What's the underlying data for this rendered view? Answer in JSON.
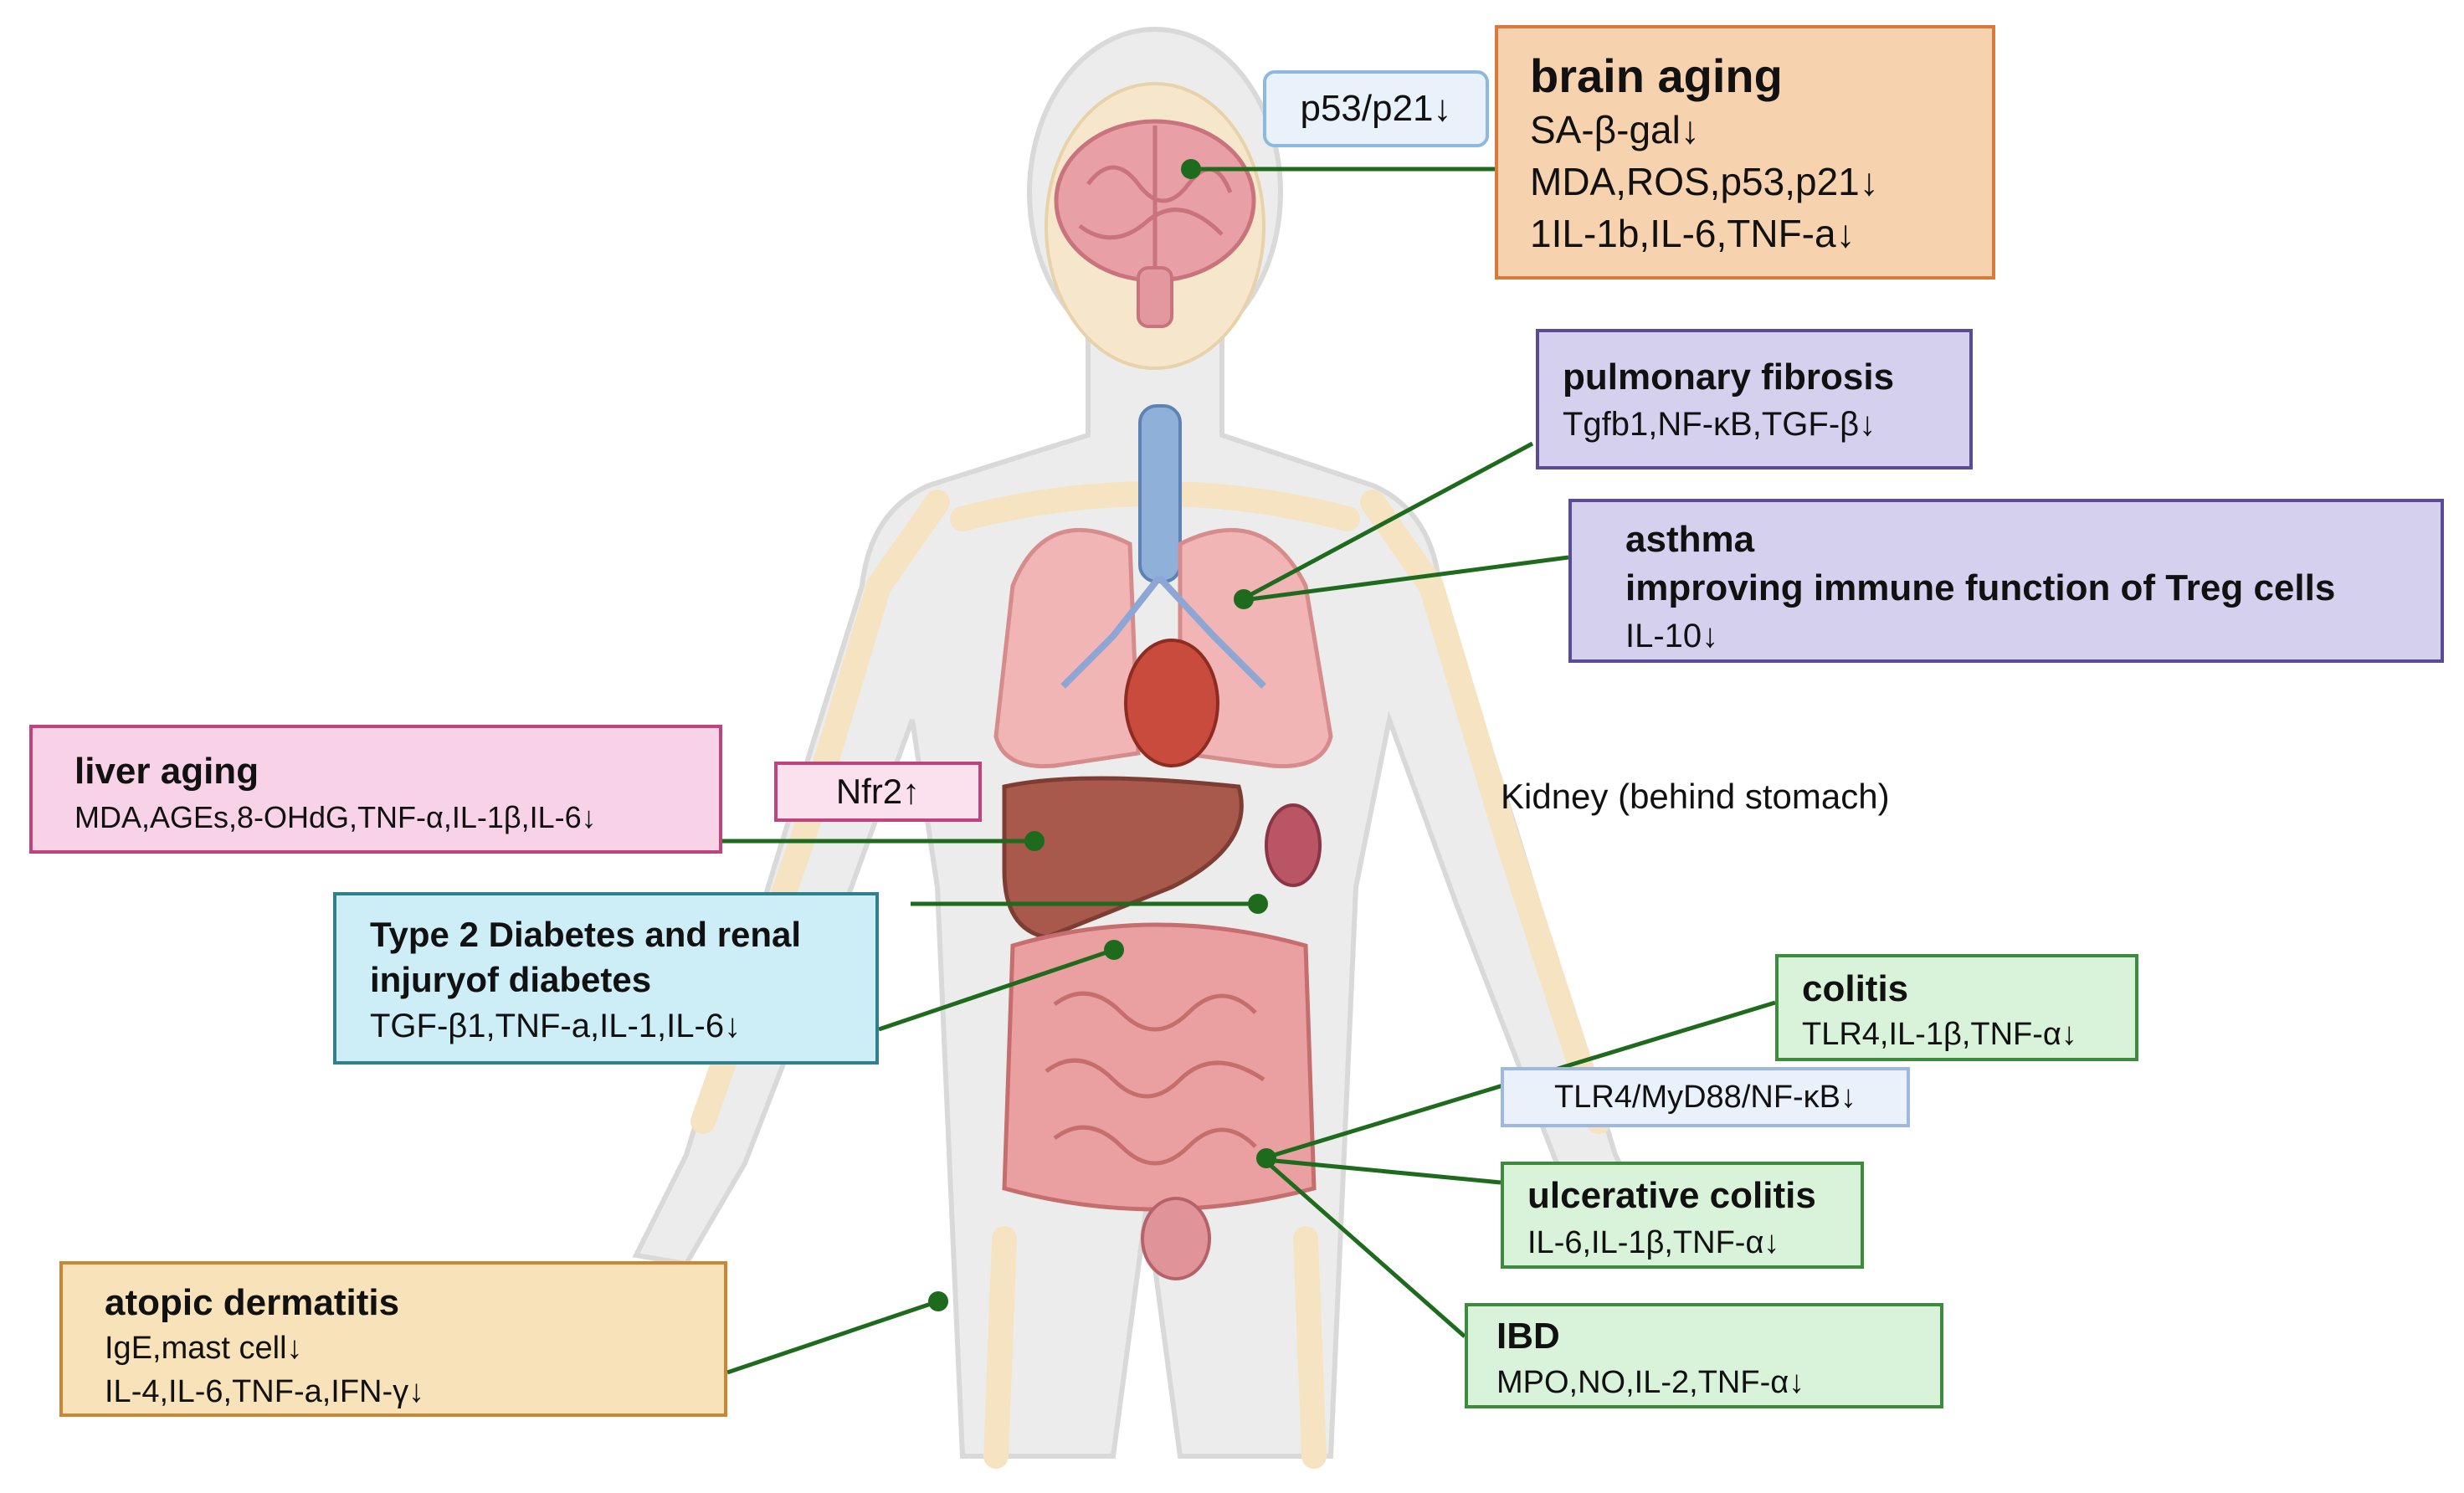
{
  "colors": {
    "connector": "#1e6b1e",
    "brain_box": "#f7d2ae",
    "purple_box": "#d6d0ef",
    "pink_box": "#f8d2e6",
    "cyan_box": "#cdeef6",
    "green_box": "#d9f3da",
    "tan_box": "#f7e2ba",
    "blue_tag": "#e9f2fb"
  },
  "boxes": {
    "brain": {
      "title": "brain aging",
      "lines": [
        "SA-β-gal↓",
        "MDA,ROS,p53,p21↓",
        "1IL-1b,IL-6,TNF-a↓"
      ]
    },
    "pulmonary": {
      "title": "pulmonary fibrosis",
      "lines": [
        "Tgfb1,NF-κB,TGF-β↓"
      ]
    },
    "asthma": {
      "title": "asthma",
      "subtitle": "improving immune function of Treg cells",
      "lines": [
        "IL-10↓"
      ]
    },
    "liver": {
      "title": "liver aging",
      "lines": [
        "MDA,AGEs,8-OHdG,TNF-α,IL-1β,IL-6↓"
      ]
    },
    "diabetes": {
      "title_lines": [
        "Type 2 Diabetes and renal",
        "injuryof diabetes"
      ],
      "lines": [
        "TGF-β1,TNF-a,IL-1,IL-6↓"
      ]
    },
    "colitis": {
      "title": "colitis",
      "lines": [
        "TLR4,IL-1β,TNF-α↓"
      ]
    },
    "ulcerative_colitis": {
      "title": "ulcerative colitis",
      "lines": [
        "IL-6,IL-1β,TNF-α↓"
      ]
    },
    "ibd": {
      "title": "IBD",
      "lines": [
        "MPO,NO,IL-2,TNF-α↓"
      ]
    },
    "atopic": {
      "title": "atopic dermatitis",
      "lines": [
        "IgE,mast cell↓",
        "IL-4,IL-6,TNF-a,IFN-γ↓"
      ]
    }
  },
  "tags": {
    "p53": "p53/p21↓",
    "nfr2": "Nfr2↑",
    "tlr4": "TLR4/MyD88/NF-κB↓"
  },
  "labels": {
    "kidney": "Kidney (behind stomach)"
  }
}
